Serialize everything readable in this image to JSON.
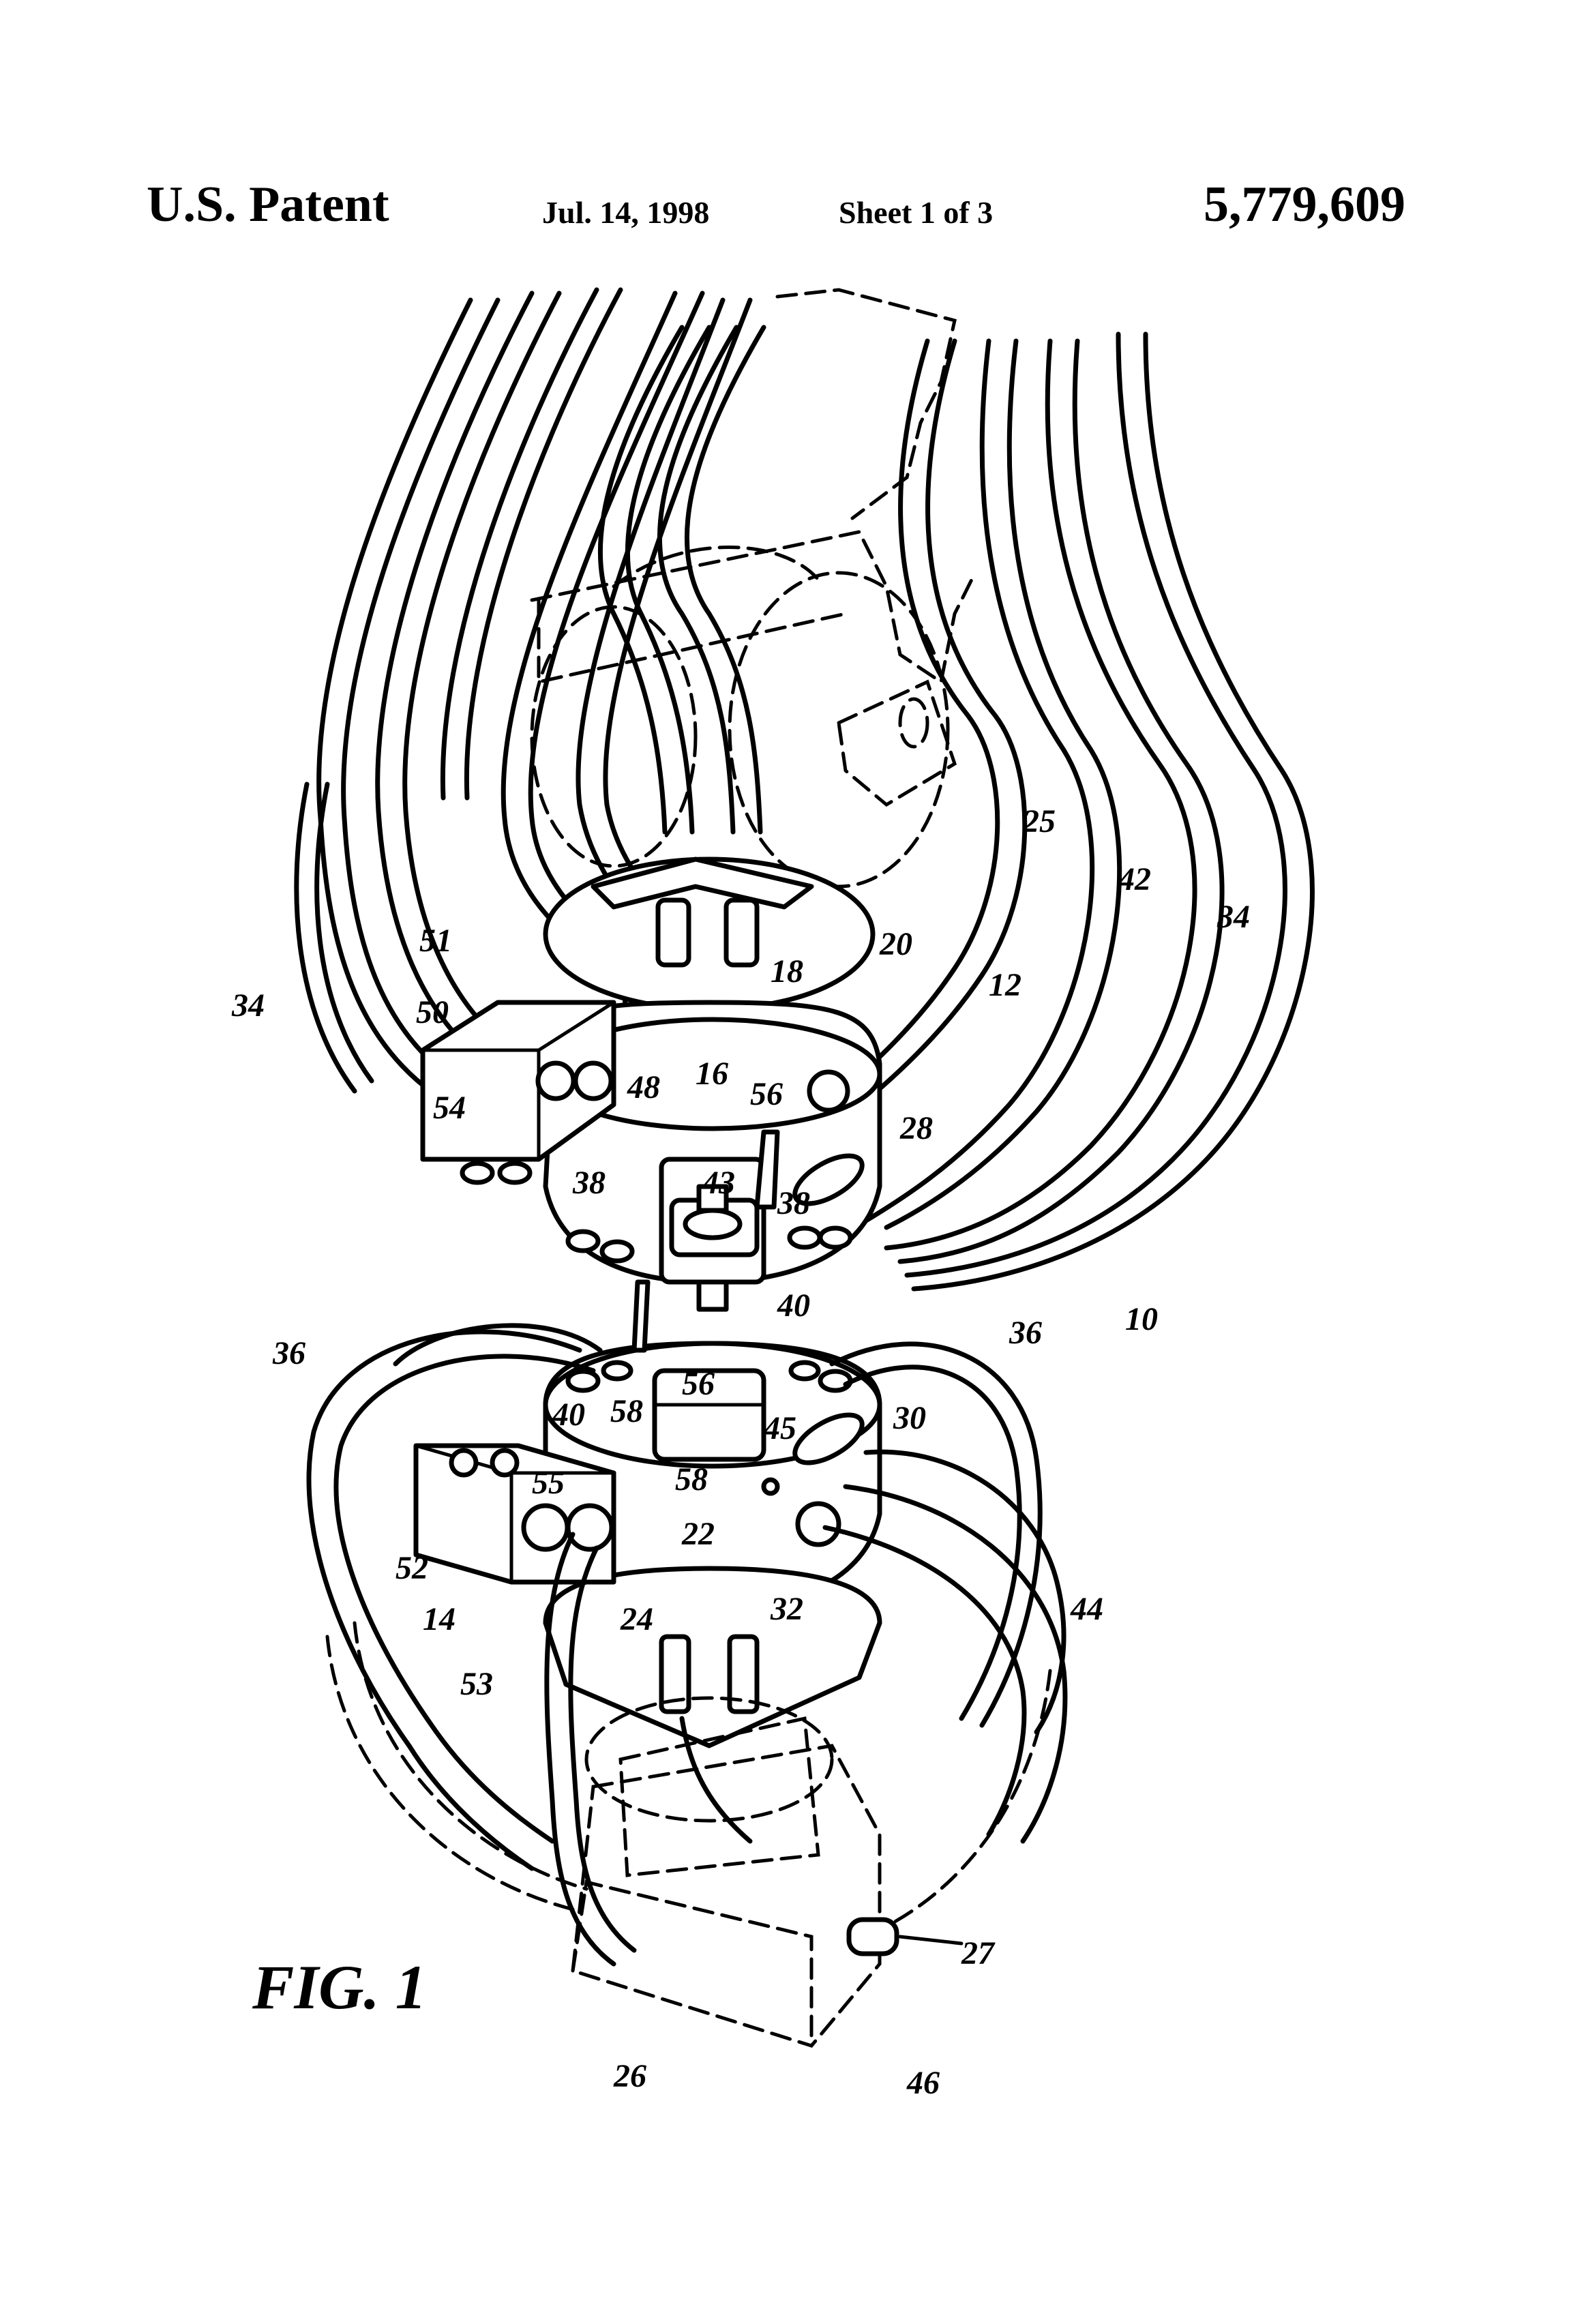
{
  "header": {
    "patent_label": "U.S. Patent",
    "date": "Jul. 14, 1998",
    "sheet": "Sheet 1 of 3",
    "patent_number": "5,779,609"
  },
  "figure": {
    "caption": "FIG.  1",
    "refs": {
      "r10": "10",
      "r12": "12",
      "r14": "14",
      "r16": "16",
      "r18": "18",
      "r20": "20",
      "r22": "22",
      "r24": "24",
      "r25": "25",
      "r26": "26",
      "r27": "27",
      "r28": "28",
      "r30": "30",
      "r32": "32",
      "r34a": "34",
      "r34b": "34",
      "r36a": "36",
      "r36b": "36",
      "r38a": "38",
      "r38b": "38",
      "r40a": "40",
      "r40b": "40",
      "r42": "42",
      "r43": "43",
      "r44": "44",
      "r45": "45",
      "r46": "46",
      "r48": "48",
      "r50": "50",
      "r51": "51",
      "r52": "52",
      "r53": "53",
      "r54": "54",
      "r55": "55",
      "r56a": "56",
      "r56b": "56",
      "r58a": "58",
      "r58b": "58"
    }
  }
}
